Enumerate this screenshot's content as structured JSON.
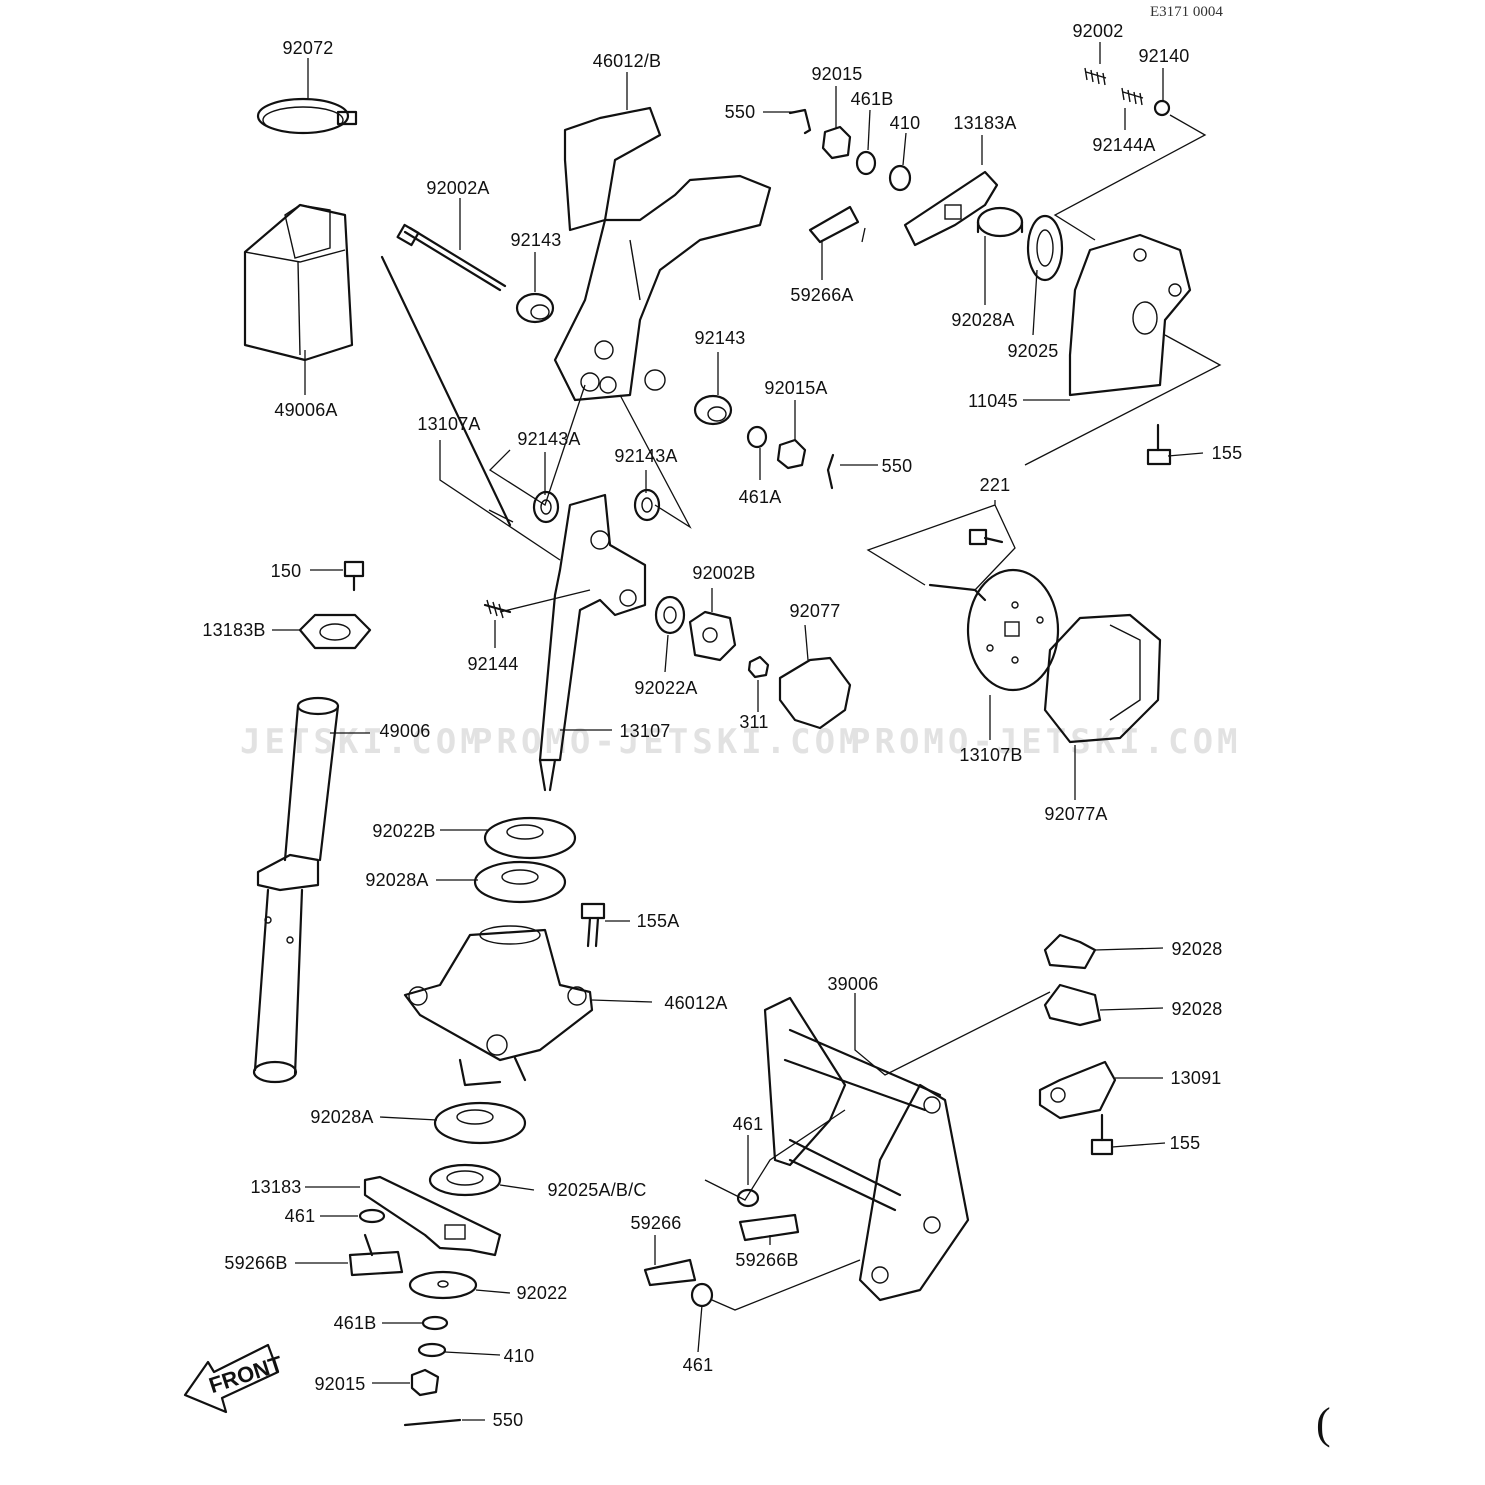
{
  "diagram_code": "E3171 0004",
  "watermarks": [
    "JETSKI.COM",
    "PROMO-JETSKI.COM",
    "PROMO-JETSKI.COM"
  ],
  "front_label": "FRONT",
  "corner_mark": "(",
  "labels": [
    "92072",
    "46012/B",
    "550",
    "92015",
    "461B",
    "410",
    "13183A",
    "92002",
    "92140",
    "92144A",
    "92002A",
    "92143",
    "59266A",
    "92028A",
    "92025",
    "11045",
    "49006A",
    "92143",
    "92015A",
    "13107A",
    "92143A",
    "92143A",
    "461A",
    "550",
    "155",
    "221",
    "150",
    "92002B",
    "92077",
    "13183B",
    "92144",
    "92022A",
    "311",
    "13107",
    "49006",
    "13107B",
    "92077A",
    "92022B",
    "92028A",
    "155A",
    "46012A",
    "92028",
    "39006",
    "92028",
    "13091",
    "92028A",
    "461",
    "155",
    "13183",
    "92025A/B/C",
    "59266",
    "461",
    "59266B",
    "59266B",
    "92022",
    "461B",
    "410",
    "461",
    "92015",
    "550"
  ]
}
